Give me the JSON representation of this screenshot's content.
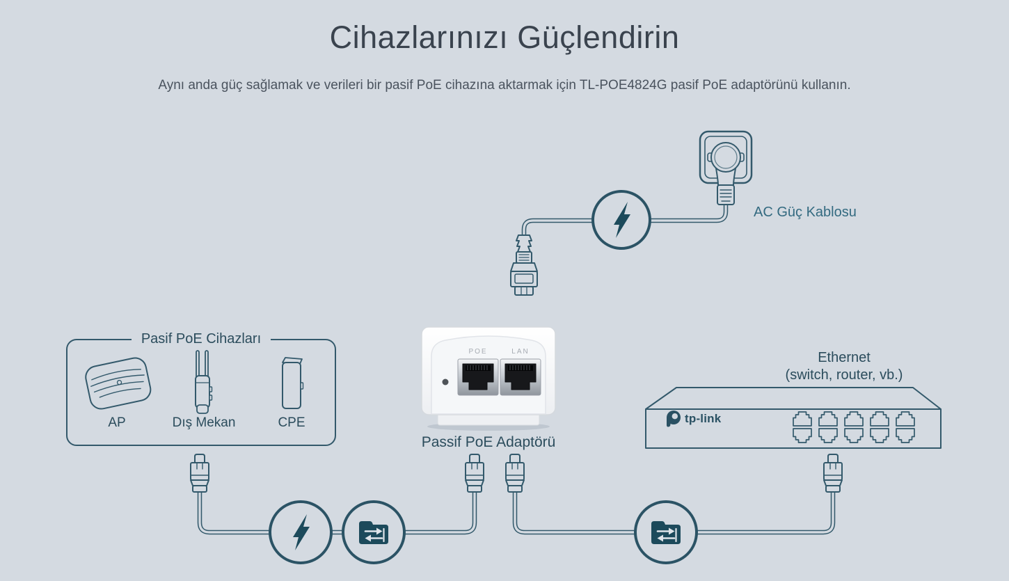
{
  "header": {
    "title": "Cihazlarınızı Güçlendirin",
    "subtitle": "Aynı anda güç sağlamak ve verileri bir pasif PoE cihazına aktarmak için TL-POE4824G pasif PoE adaptörünü kullanın."
  },
  "power": {
    "ac_cable_label": "AC Güç Kablosu"
  },
  "devices_box": {
    "title": "Pasif PoE Cihazları",
    "items": [
      {
        "label": "AP"
      },
      {
        "label": "Dış Mekan"
      },
      {
        "label": "CPE"
      }
    ]
  },
  "adapter": {
    "label": "Passif PoE Adaptörü",
    "ports": {
      "poe": "POE",
      "lan": "LAN"
    }
  },
  "ethernet": {
    "label_line1": "Ethernet",
    "label_line2": "(switch, router, vb.)",
    "brand": "tp-link"
  },
  "icons": {
    "power_badge": "lightning-bolt-icon",
    "data_badge": "data-transfer-folder-icon",
    "plug": "ac-plug-icon",
    "connector": "rj45-connector-icon",
    "switch_port": "ethernet-port-icon"
  },
  "colors": {
    "background": "#d4dae1",
    "line": "#33596b",
    "icon_fill": "#1c4a5b",
    "heading": "#3a434e",
    "body_text": "#4a535e",
    "diagram_label": "#2b4c5c",
    "accent_label": "#336a80",
    "port_label": "#a6abb2",
    "brand": "#2a5163"
  }
}
